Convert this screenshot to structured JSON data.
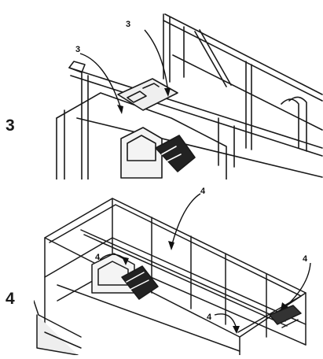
{
  "steps": [
    {
      "number": "3",
      "callout_label": "3",
      "callout_count": 2,
      "illustration": "scissor-lift-platform-guardrail-upper-detail"
    },
    {
      "number": "4",
      "callout_label": "4",
      "callout_count": 4,
      "illustration": "scissor-lift-platform-full-view"
    }
  ],
  "colors": {
    "line": "#1a1a1a",
    "background": "#ffffff",
    "panel_fill": "#e9e9e9"
  }
}
